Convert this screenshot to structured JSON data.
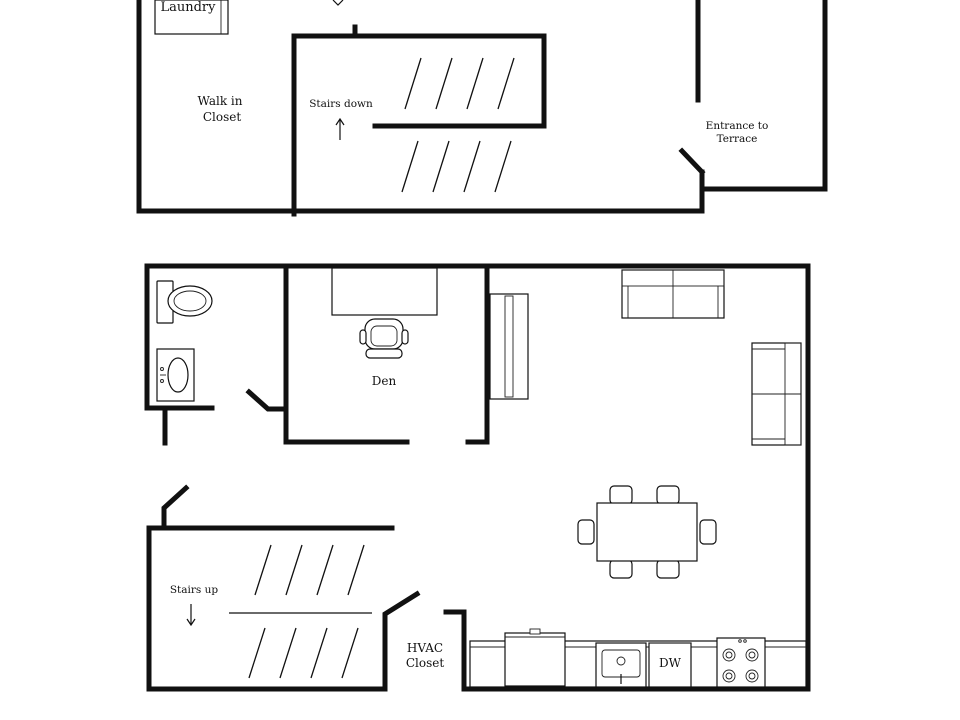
{
  "rooms": {
    "laundry": "Laundry",
    "walk_in_closet_line1": "Walk in",
    "walk_in_closet_line2": "Closet",
    "stairs_down": "Stairs down",
    "entrance_line1": "Entrance to",
    "entrance_line2": "Terrace",
    "den": "Den",
    "stairs_up": "Stairs up",
    "hvac_line1": "HVAC",
    "hvac_line2": "Closet",
    "dishwasher": "DW"
  },
  "symbols": {
    "stairs_down_arrow": "arrow-up-icon",
    "stairs_up_arrow": "arrow-down-icon"
  }
}
